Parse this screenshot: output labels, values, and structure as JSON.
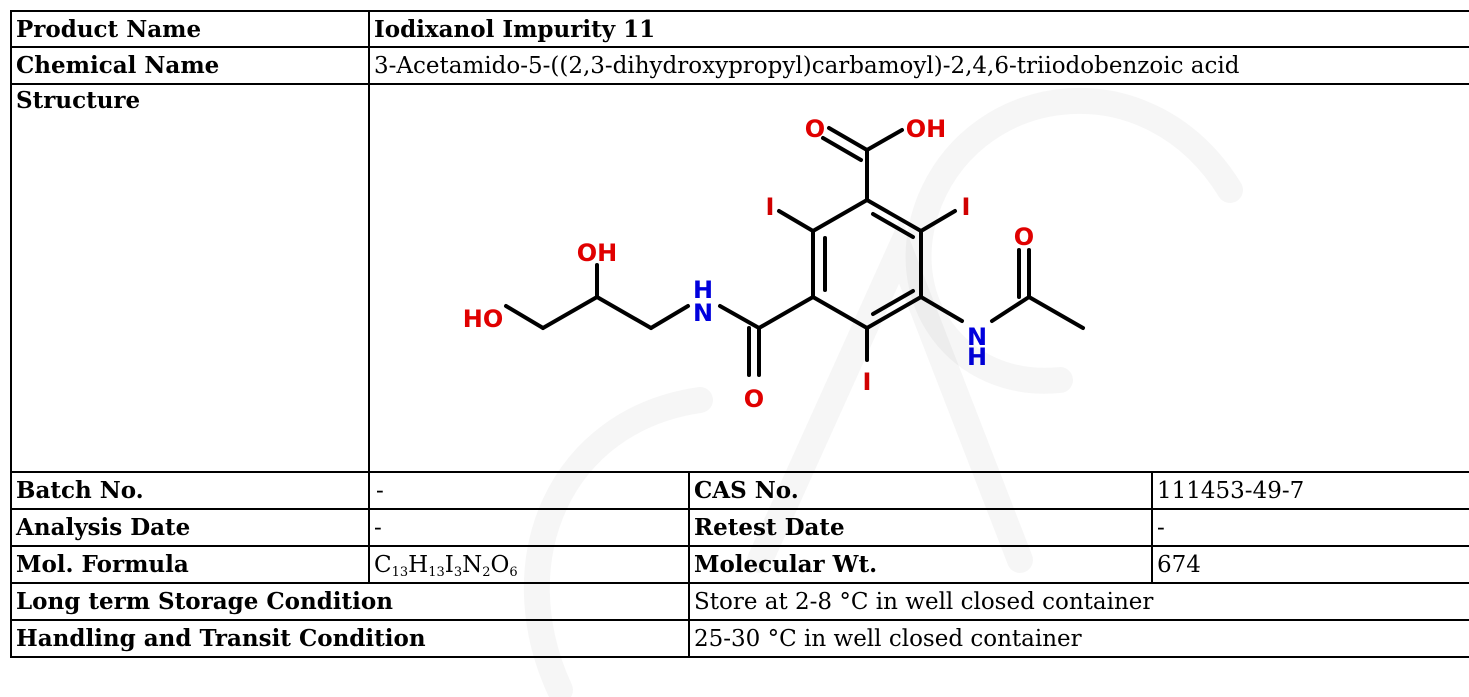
{
  "product_name": {
    "label": "Product Name",
    "value": "Iodixanol Impurity 11"
  },
  "chemical_name": {
    "label": "Chemical Name",
    "value": "3-Acetamido-5-((2,3-dihydroxypropyl)carbamoyl)-2,4,6-triiodobenzoic acid"
  },
  "structure": {
    "label": "Structure",
    "atoms": {
      "o1": "O",
      "oh_acid": "OH",
      "i_left": "I",
      "i_right": "I",
      "i_bottom": "I",
      "oh_chain": "OH",
      "ho_chain": "HO",
      "nh_amide": "H",
      "n_amide": "N",
      "o_amide": "O",
      "n_acetamido": "N",
      "h_acetamido": "H",
      "o_acetyl": "O"
    },
    "colors": {
      "oxygen": "#e00000",
      "nitrogen": "#0000dd",
      "iodine": "#d00000",
      "bond": "#000000"
    }
  },
  "batch_no": {
    "label": "Batch No.",
    "value": "-"
  },
  "cas_no": {
    "label": "CAS No.",
    "value": "111453-49-7"
  },
  "analysis_date": {
    "label": "Analysis Date",
    "value": "-"
  },
  "retest_date": {
    "label": "Retest Date",
    "value": "-"
  },
  "mol_formula": {
    "label": "Mol. Formula",
    "parts": [
      "C",
      "13",
      "H",
      "13",
      "I",
      "3",
      "N",
      "2",
      "O",
      "6"
    ]
  },
  "molecular_wt": {
    "label": "Molecular Wt.",
    "value": "674"
  },
  "long_term_storage": {
    "label": "Long term Storage Condition",
    "value": "Store at 2-8 °C in well closed container"
  },
  "handling_transit": {
    "label": "Handling and Transit Condition",
    "value": "25-30 °C in well closed container"
  }
}
